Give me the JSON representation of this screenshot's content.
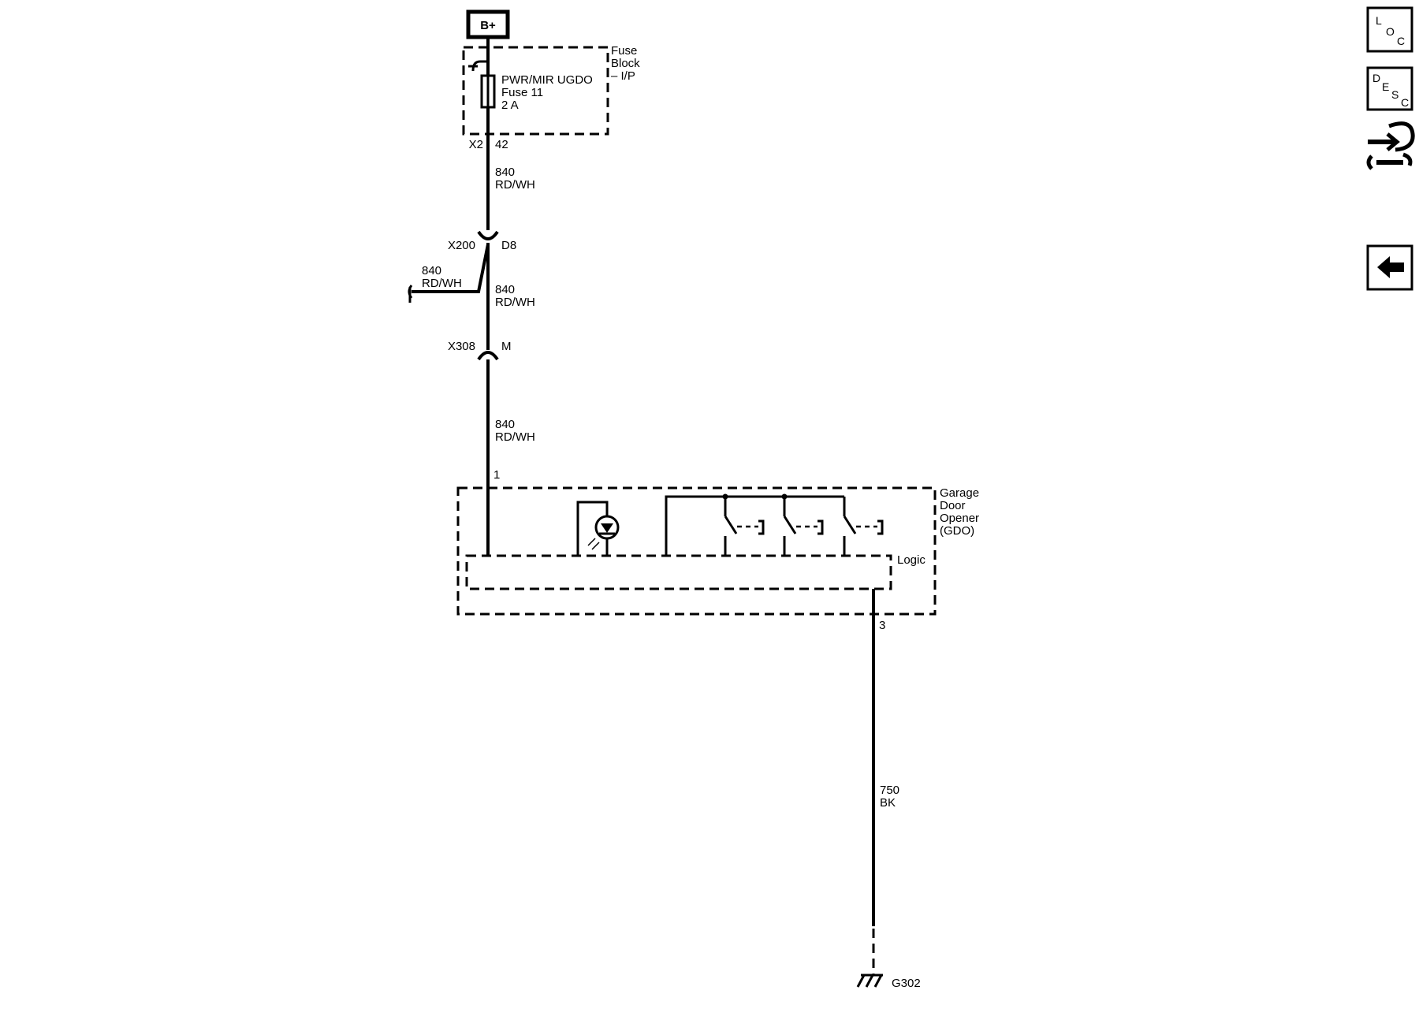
{
  "power": {
    "label": "B+"
  },
  "fuse_block": {
    "name_lines": [
      "Fuse",
      "Block",
      "– I/P"
    ],
    "fuse_lines": [
      "PWR/MIR UGDO",
      "Fuse 11",
      "2 A"
    ],
    "connector": "X2",
    "pin": "42"
  },
  "wires": {
    "w1": {
      "circuit": "840",
      "color": "RD/WH"
    },
    "w2": {
      "circuit": "840",
      "color": "RD/WH"
    },
    "w3": {
      "circuit": "840",
      "color": "RD/WH"
    },
    "w_branch": {
      "circuit": "840",
      "color": "RD/WH"
    },
    "w_ground": {
      "circuit": "750",
      "color": "BK"
    }
  },
  "connectors": {
    "x200": {
      "name": "X200",
      "pin": "D8"
    },
    "x308": {
      "name": "X308",
      "pin": "M"
    }
  },
  "gdo": {
    "name_lines": [
      "Garage",
      "Door",
      "Opener",
      "(GDO)"
    ],
    "logic_label": "Logic",
    "pin_power": "1",
    "pin_ground": "3"
  },
  "ground": {
    "name": "G302"
  },
  "nav": {
    "loc": {
      "l1": "L",
      "l2": "O",
      "l3": "C"
    },
    "desc": {
      "l1": "D",
      "l2": "E",
      "l3": "S",
      "l4": "C"
    },
    "icons": [
      "connector-tool-icon",
      "back-arrow-icon"
    ]
  }
}
